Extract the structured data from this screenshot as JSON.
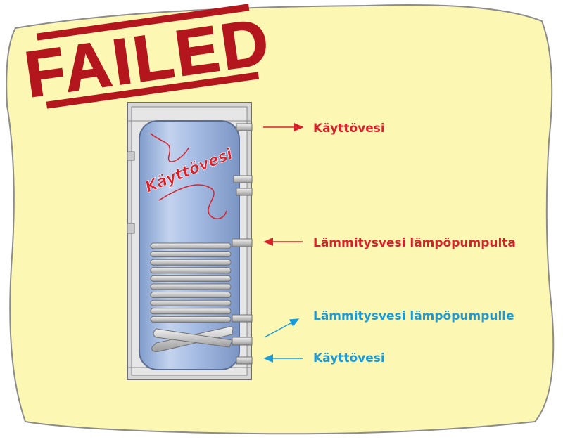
{
  "stamp": {
    "text": "FAILED",
    "color": "#b3161d"
  },
  "tank": {
    "label": "Käyttövesi",
    "coil_color": "#d9d9d9",
    "water_color": "#a9bfe3"
  },
  "labels": {
    "top_outlet": "Käyttövesi",
    "heating_in": "Lämmitysvesi lämpöpumpulta",
    "heating_out": "Lämmitysvesi lämpöpumpulle",
    "bottom_inlet": "Käyttövesi"
  },
  "colors": {
    "hot": "#d8212b",
    "cold": "#1a9bd8",
    "background": "#fdf7b4"
  }
}
